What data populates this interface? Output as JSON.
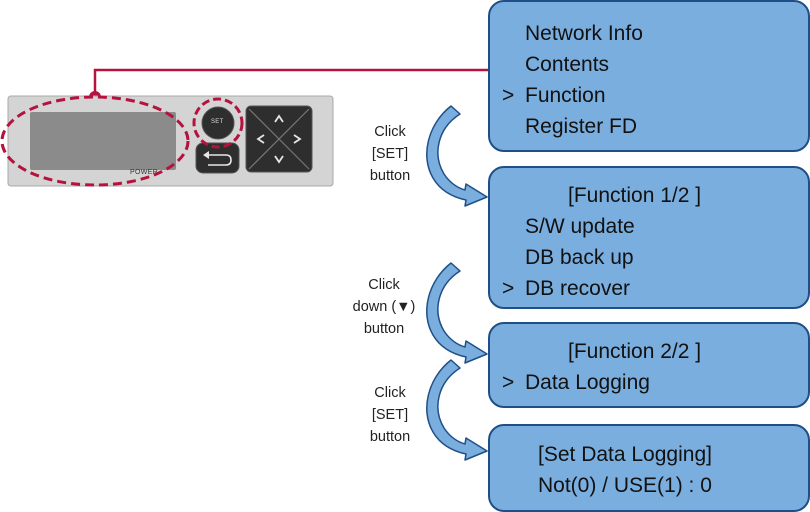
{
  "device": {
    "set_key_label": "SET",
    "power_label": "POWER",
    "colors": {
      "panel": "#d4d4d4",
      "panel_border": "#a8a8a8",
      "display": "#8b8b8b",
      "keys": "#2e2e2e",
      "highlight": "#b5123e"
    }
  },
  "screens": {
    "main_menu": {
      "lines": [
        {
          "cursor": "",
          "text": "Network Info"
        },
        {
          "cursor": "",
          "text": "Contents"
        },
        {
          "cursor": ">",
          "text": "Function"
        },
        {
          "cursor": "",
          "text": "Register FD"
        }
      ]
    },
    "function_1": {
      "title": "[Function 1/2 ]",
      "lines": [
        {
          "cursor": "",
          "text": "S/W update"
        },
        {
          "cursor": "",
          "text": "DB back up"
        },
        {
          "cursor": ">",
          "text": "DB recover"
        }
      ]
    },
    "function_2": {
      "title": "[Function 2/2 ]",
      "lines": [
        {
          "cursor": ">",
          "text": "Data Logging"
        }
      ]
    },
    "set_data_logging": {
      "title": "[Set Data Logging]",
      "value_line": "Not(0) / USE(1) : 0"
    }
  },
  "instructions": [
    {
      "lines": [
        "Click",
        "[SET]",
        "button"
      ]
    },
    {
      "lines": [
        "Click",
        "down (▼)",
        "button"
      ]
    },
    {
      "lines": [
        "Click",
        "[SET]",
        "button"
      ]
    }
  ],
  "colors": {
    "screen_fill": "#7aaedf",
    "screen_border": "#1f4f86",
    "arrow_fill": "#7aaedf",
    "arrow_border": "#1f4f86",
    "callout_line": "#b5123e"
  }
}
